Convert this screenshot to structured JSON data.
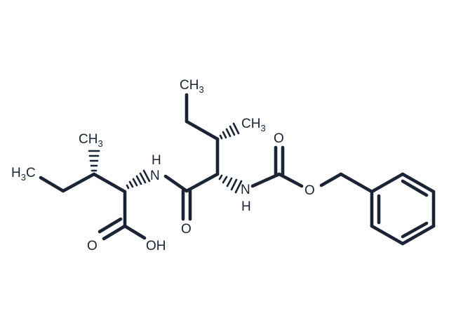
{
  "molecule": {
    "atoms": {
      "ch3_top": {
        "main": "CH",
        "sub": "3"
      },
      "ch3_mid": {
        "main": "CH",
        "sub": "3"
      },
      "ch3_left": {
        "main": "CH",
        "sub": "3"
      },
      "h3c_left": {
        "main": "H",
        "sub": "3",
        "tail": "C"
      },
      "nh_upper": "H",
      "n_upper": "N",
      "nh_right_n": "N",
      "nh_right_h": "H",
      "o_carbamate_top": "O",
      "o_ester": "O",
      "o_amide": "O",
      "o_acid": "O",
      "oh_acid": "OH"
    }
  }
}
